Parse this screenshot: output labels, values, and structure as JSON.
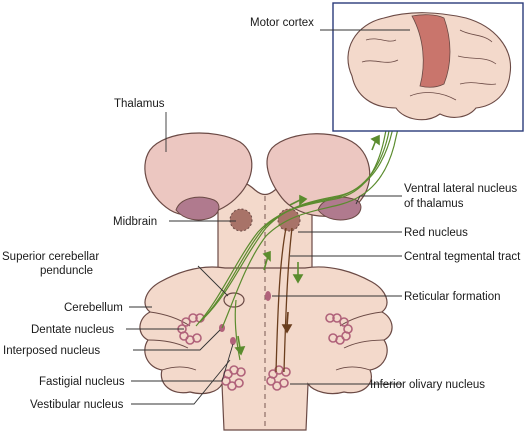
{
  "labels": {
    "motor_cortex": "Motor cortex",
    "thalamus": "Thalamus",
    "vl_nucleus_line1": "Ventral lateral nucleus",
    "vl_nucleus_line2": "of thalamus",
    "midbrain": "Midbrain",
    "red_nucleus": "Red nucleus",
    "scp_line1": "Superior cerebellar",
    "scp_line2": "penduncle",
    "central_tegmental_tract": "Central tegmental tract",
    "cerebellum": "Cerebellum",
    "reticular_formation": "Reticular formation",
    "dentate_nucleus": "Dentate nucleus",
    "interposed_nucleus": "Interposed nucleus",
    "fastigial_nucleus": "Fastigial nucleus",
    "inferior_olivary_nucleus": "Inferior olivary nucleus",
    "vestibular_nucleus": "Vestibular nucleus"
  },
  "colors": {
    "tissue_fill": "#f3d9cb",
    "tissue_stroke": "#6b4a45",
    "thalamus_fill": "#ecc7c1",
    "vl_nucleus_fill": "#b07a8e",
    "red_nucleus_fill": "#a87368",
    "motor_cortex_fill": "#c9756c",
    "pathway_green": "#5b8c2e",
    "pathway_brown": "#6b3e1e",
    "inset_border": "#2a3b7a"
  }
}
